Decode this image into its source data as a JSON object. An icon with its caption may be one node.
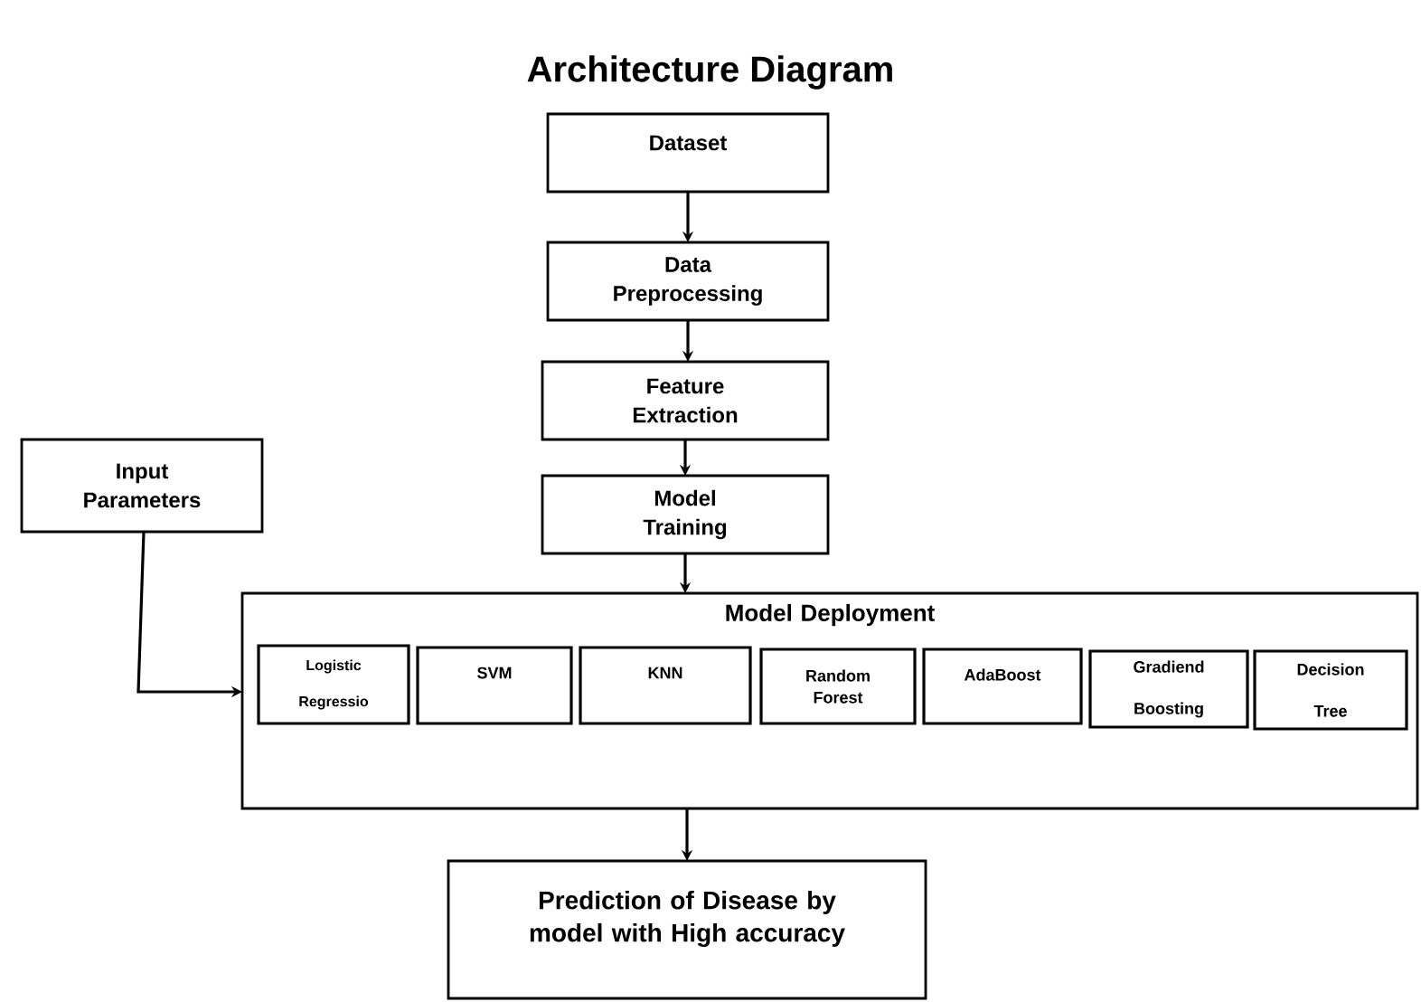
{
  "diagram": {
    "title": "Architecture Diagram",
    "nodes": [
      {
        "text": [
          "Dataset"
        ]
      },
      {
        "text": [
          "Data Preprocessing"
        ]
      },
      {
        "text": [
          "Feature Extraction"
        ]
      },
      {
        "text": [
          "Model Training"
        ]
      },
      {
        "text": [
          "Input Parameters"
        ]
      },
      {
        "text": [
          "Model Deployment"
        ]
      },
      {
        "text": [
          "Logistic Regressio"
        ],
        "in": 5
      },
      {
        "text": [
          "SVM"
        ],
        "in": 5
      },
      {
        "text": [
          "KNN"
        ],
        "in": 5
      },
      {
        "text": [
          "Random Forest"
        ],
        "in": 5
      },
      {
        "text": [
          "AdaBoost"
        ],
        "in": 5
      },
      {
        "text": [
          "Gradiend Boosting"
        ],
        "in": 5
      },
      {
        "text": [
          "Decision Tree"
        ],
        "in": 5
      },
      {
        "text": [
          "Prediction of Disease by model with High accuracy"
        ]
      }
    ],
    "edges": [
      {
        "from": 0,
        "to": 1,
        "arrow": "to"
      },
      {
        "from": 1,
        "to": 2,
        "arrow": "to"
      },
      {
        "from": 2,
        "to": 3,
        "arrow": "to"
      },
      {
        "from": 3,
        "to": 5,
        "arrow": "to"
      },
      {
        "from": 4,
        "to": 5,
        "arrow": "to"
      },
      {
        "from": 5,
        "to": 13,
        "arrow": "to"
      }
    ]
  }
}
